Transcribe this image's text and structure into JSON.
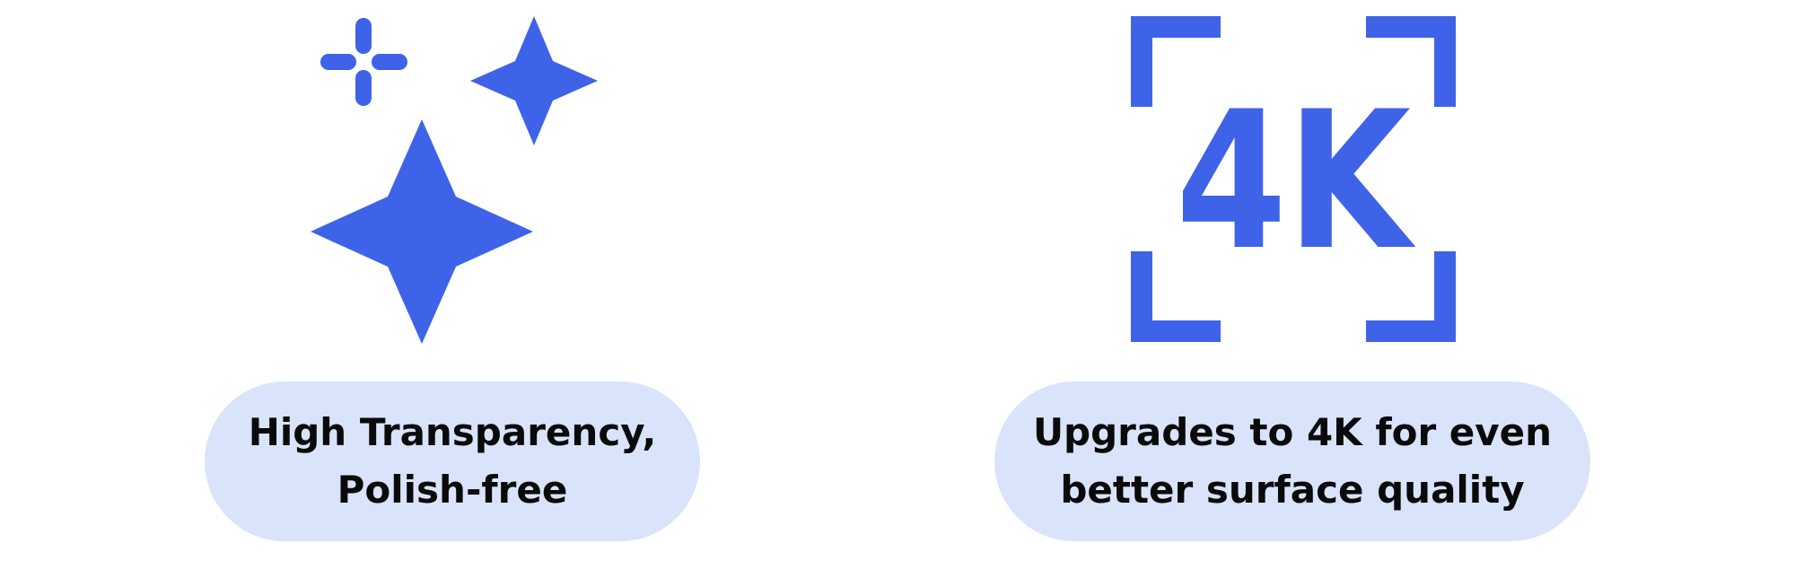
{
  "colors": {
    "accent": "#3f63e8",
    "pill_background": "#d9e4fb",
    "text": "#0a0a0a"
  },
  "features": [
    {
      "icon": "sparkles-icon",
      "lines": [
        "High Transparency,",
        "Polish-free"
      ]
    },
    {
      "icon": "4k-frame-icon",
      "icon_text": "4K",
      "lines": [
        "Upgrades to 4K for even",
        "better surface quality"
      ]
    }
  ]
}
